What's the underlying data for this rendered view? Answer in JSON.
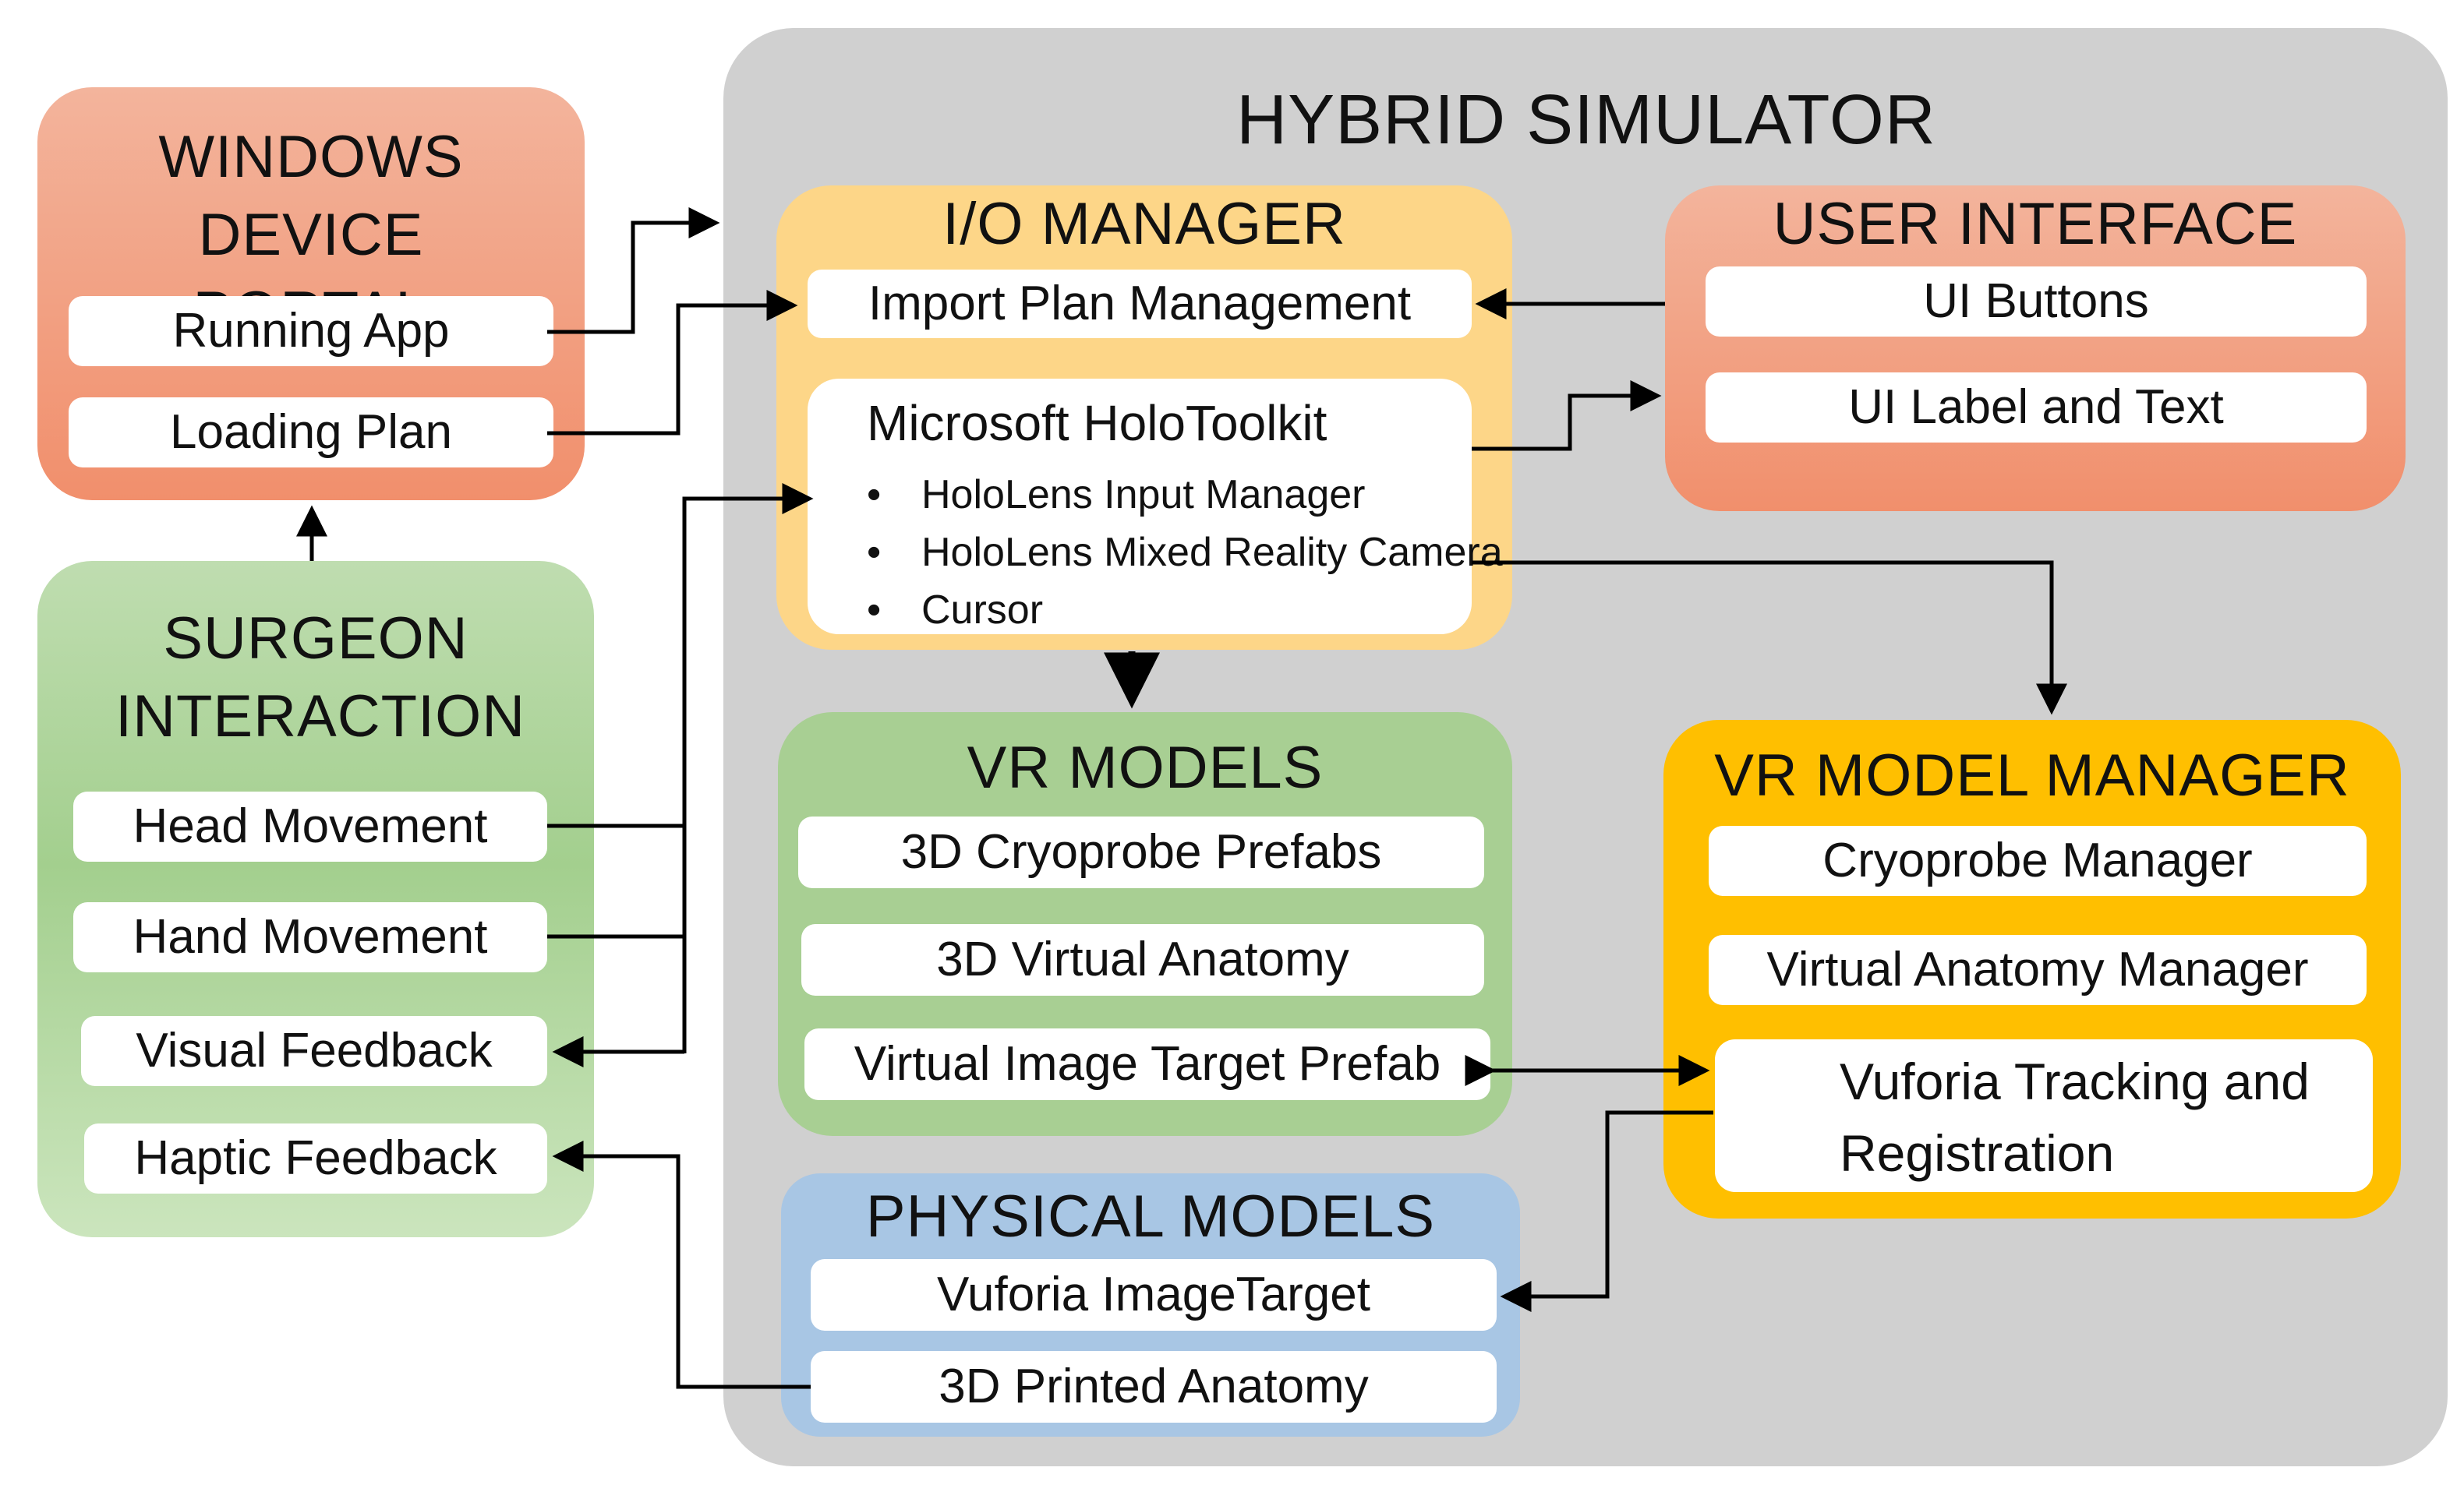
{
  "hybrid_simulator": {
    "title": "HYBRID SIMULATOR"
  },
  "windows_device_portal": {
    "title": "WINDOWS DEVICE PORTAL",
    "items": [
      "Running App",
      "Loading Plan"
    ]
  },
  "surgeon_interaction": {
    "title": "SURGEON INTERACTION",
    "items": [
      "Head Movement",
      "Hand Movement",
      "Visual Feedback",
      "Haptic Feedback"
    ]
  },
  "io_manager": {
    "title": "I/O MANAGER",
    "import_plan": "Import Plan Management",
    "holotoolkit": {
      "title": "Microsoft HoloToolkit",
      "bullets": [
        "HoloLens Input Manager",
        "HoloLens Mixed Reality Camera",
        "Cursor"
      ]
    }
  },
  "user_interface": {
    "title": "USER INTERFACE",
    "items": [
      "UI Buttons",
      "UI Label and Text"
    ]
  },
  "vr_models": {
    "title": "VR MODELS",
    "items": [
      "3D Cryoprobe Prefabs",
      "3D Virtual Anatomy",
      "Virtual Image Target Prefab"
    ]
  },
  "vr_model_manager": {
    "title": "VR MODEL MANAGER",
    "items": [
      "Cryoprobe Manager",
      "Virtual Anatomy Manager"
    ],
    "tracking_line1": "Vuforia Tracking and",
    "tracking_line2": "Registration"
  },
  "physical_models": {
    "title": "PHYSICAL MODELS",
    "items": [
      "Vuforia ImageTarget",
      "3D Printed Anatomy"
    ]
  },
  "colors": {
    "simulator_bg": "#d0d0d0",
    "windows_portal": "#f3a588",
    "surgeon": "#b6d8a4",
    "io_manager": "#fdd688",
    "user_interface": "#f3a588",
    "vr_models": "#a8cf93",
    "vr_model_manager": "#ffbf00",
    "physical_models": "#a8c6e4",
    "arrows": "#000000"
  }
}
